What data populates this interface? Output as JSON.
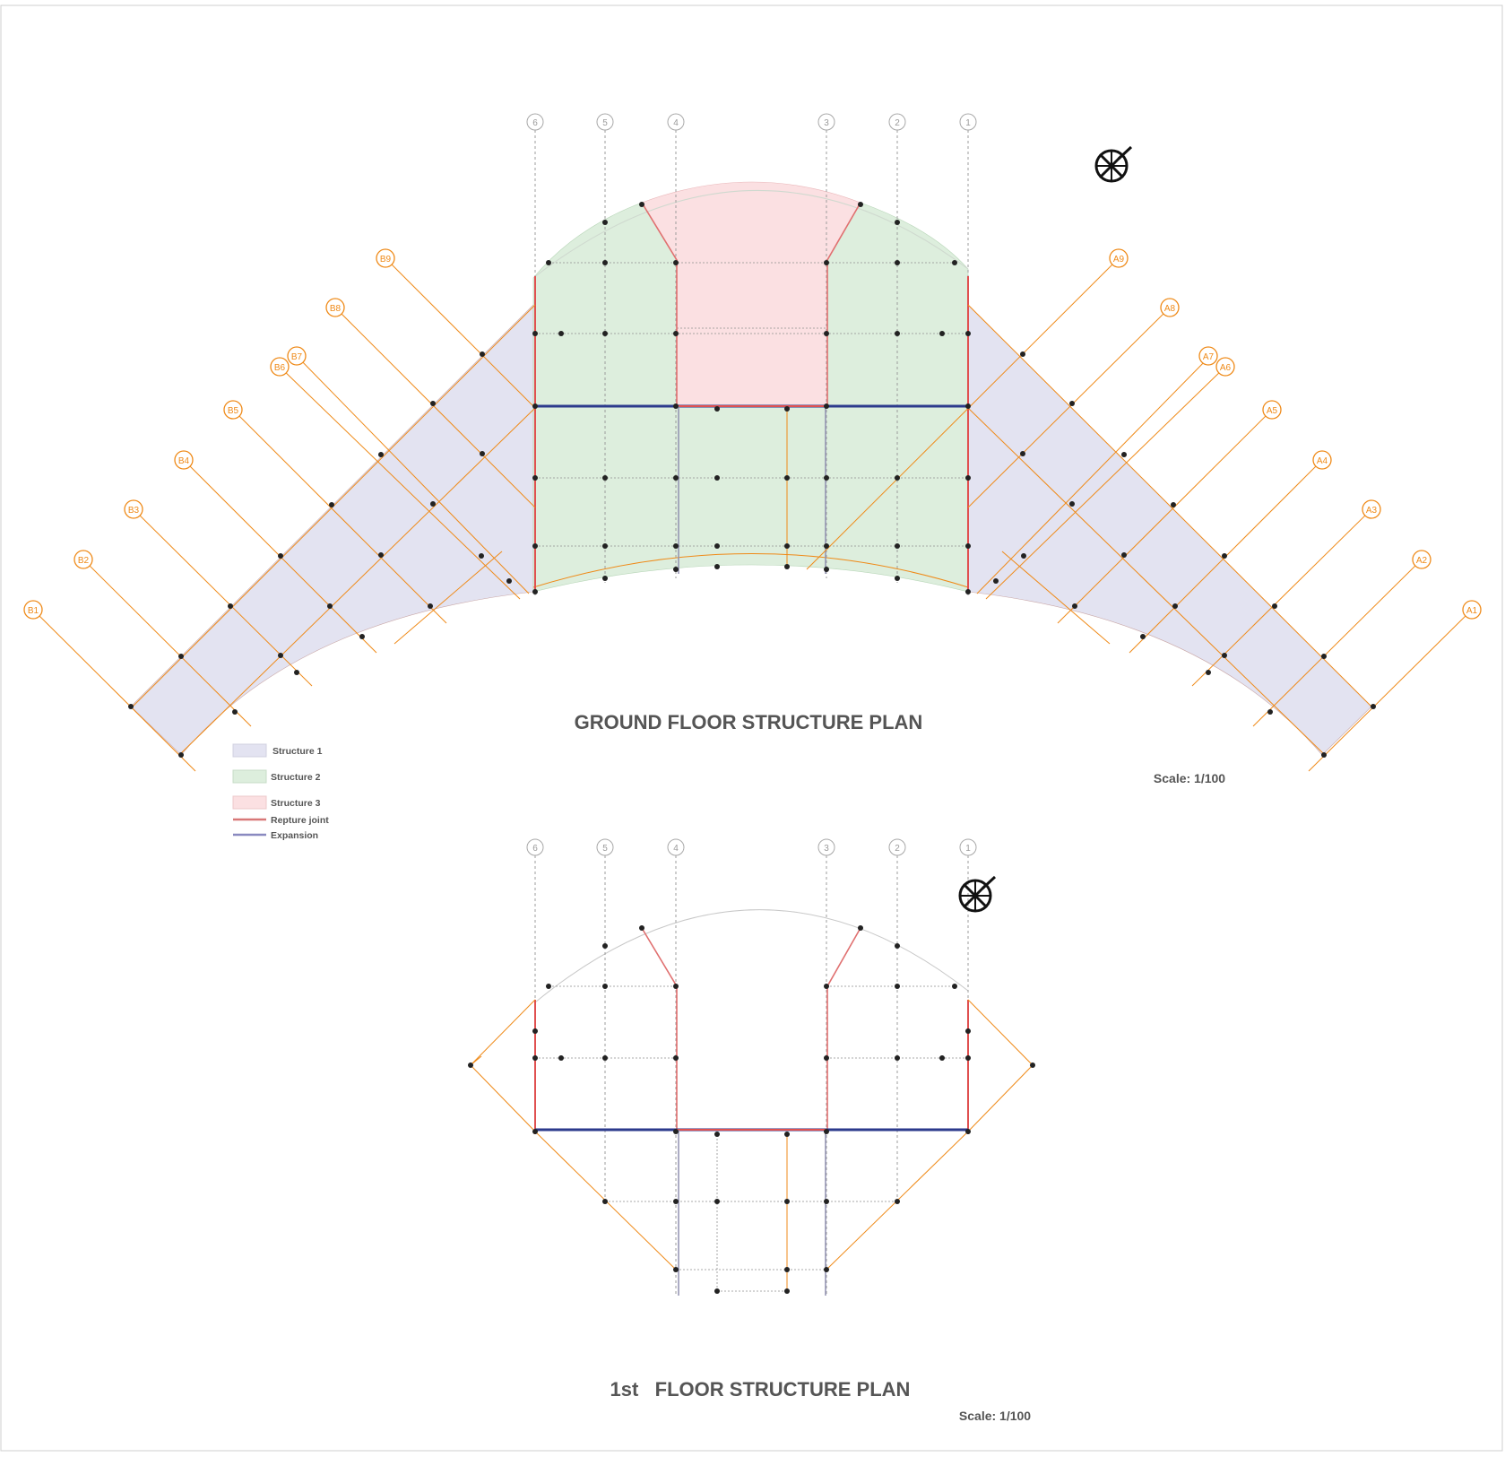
{
  "plans": {
    "ground": {
      "title": "GROUND FLOOR STRUCTURE PLAN",
      "scale": "Scale: 1/100"
    },
    "first": {
      "title": "1st   FLOOR STRUCTURE PLAN",
      "scale": "Scale: 1/100"
    }
  },
  "axes": {
    "vertical": [
      "6",
      "5",
      "4",
      "3",
      "2",
      "1"
    ],
    "left_wing": [
      "B1",
      "B2",
      "B3",
      "B4",
      "B5",
      "B6",
      "B7",
      "B8",
      "B9"
    ],
    "right_wing": [
      "A1",
      "A2",
      "A3",
      "A4",
      "A5",
      "A6",
      "A7",
      "A8",
      "A9"
    ]
  },
  "legend": {
    "items": [
      {
        "label": "Structure 1",
        "color": "#e3e3f1"
      },
      {
        "label": "Structure 2",
        "color": "#ddeedd"
      },
      {
        "label": "Structure 3",
        "color": "#fbe0e2"
      },
      {
        "label": "Repture joint",
        "color": "#e05a5a"
      },
      {
        "label": "Expansion",
        "color": "#8a8ac0"
      }
    ]
  },
  "colors": {
    "structure1": "#e3e3f1",
    "structure2": "#ddeedd",
    "structure3": "#fbe0e2",
    "rupture": "#e05050",
    "expansion": "#2c3a8c",
    "axis_orange": "#ef8a18",
    "axis_grey": "#9c9c9c"
  },
  "icons": [
    "north-arrow-icon"
  ]
}
